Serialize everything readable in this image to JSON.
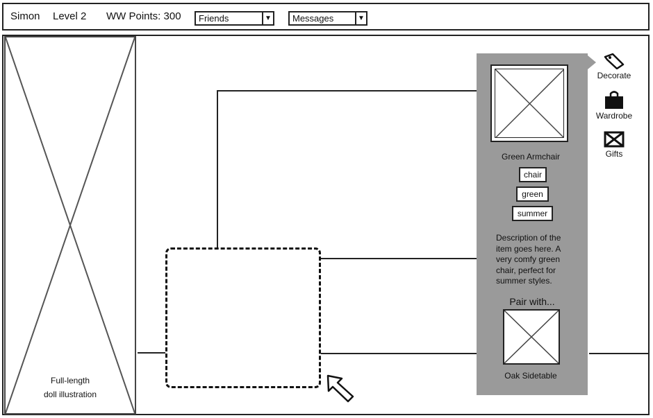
{
  "header": {
    "user_name": "Simon",
    "level": "Level 2",
    "points": "WW Points: 300",
    "friends_dropdown": "Friends",
    "messages_dropdown": "Messages"
  },
  "doll": {
    "caption_line1": "Full-length",
    "caption_line2": "doll illustration"
  },
  "item_panel": {
    "item_name": "Green Armchair",
    "tags": [
      "chair",
      "green",
      "summer"
    ],
    "description": "Description of the item goes here. A very comfy green chair, perfect for summer styles.",
    "pair_title": "Pair with...",
    "pair_item_name": "Oak Sidetable"
  },
  "side_nav": {
    "decorate": "Decorate",
    "wardrobe": "Wardrobe",
    "gifts": "Gifts"
  },
  "colors": {
    "panel": "#9a9a9a",
    "line": "#222222"
  }
}
